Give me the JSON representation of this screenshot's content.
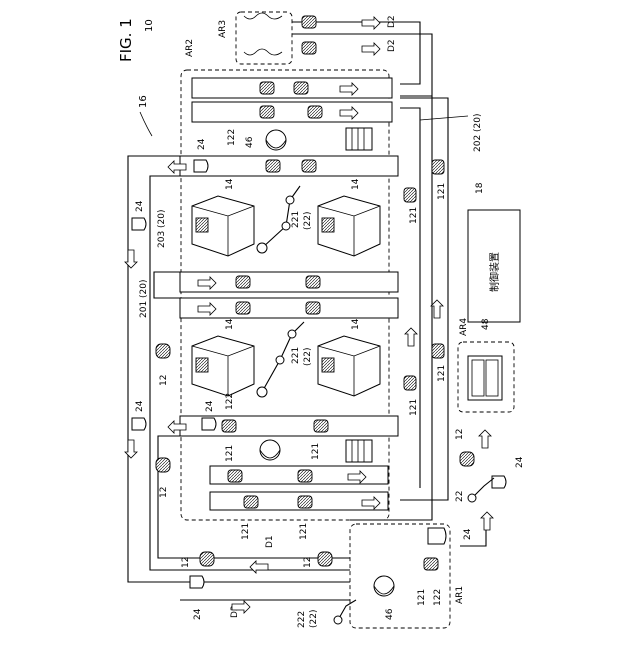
{
  "figure": {
    "title": "FIG. 1",
    "ref": "10"
  },
  "labels": {
    "system": "16",
    "controller_ref": "18",
    "controller_text": "制御装置",
    "ar1": "AR1",
    "ar2": "AR2",
    "ar3": "AR3",
    "ar4": "AR4",
    "d1": "D1",
    "d2": "D2",
    "d3": "D3",
    "conv_201": "201 (20)",
    "conv_202": "202 (20)",
    "conv_203": "203 (20)",
    "robot_221": "221",
    "robot_22": "(22)",
    "robot_222": "222",
    "mover_22": "22",
    "machine_14": "14",
    "shelf_48": "48",
    "worker_46": "46",
    "item_12": "12",
    "tray_121": "121",
    "bin_24": "24",
    "ref_122": "122"
  }
}
